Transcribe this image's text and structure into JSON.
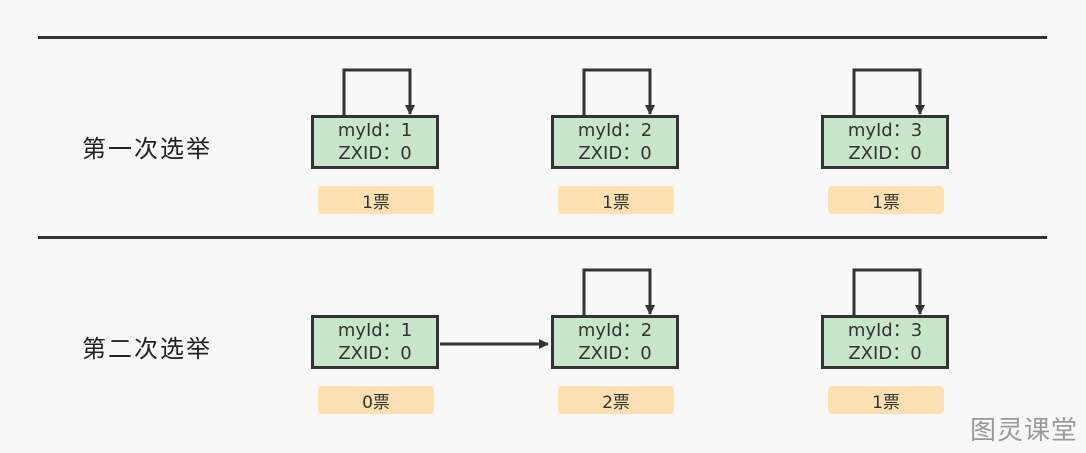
{
  "rounds": [
    {
      "label": "第一次选举",
      "nodes": [
        {
          "myid_label": "myId",
          "myid": "1",
          "zxid_label": "ZXID",
          "zxid": "0",
          "vote": "1票"
        },
        {
          "myid_label": "myId",
          "myid": "2",
          "zxid_label": "ZXID",
          "zxid": "0",
          "vote": "1票"
        },
        {
          "myid_label": "myId",
          "myid": "3",
          "zxid_label": "ZXID",
          "zxid": "0",
          "vote": "1票"
        }
      ]
    },
    {
      "label": "第二次选举",
      "nodes": [
        {
          "myid_label": "myId",
          "myid": "1",
          "zxid_label": "ZXID",
          "zxid": "0",
          "vote": "0票"
        },
        {
          "myid_label": "myId",
          "myid": "2",
          "zxid_label": "ZXID",
          "zxid": "0",
          "vote": "2票"
        },
        {
          "myid_label": "myId",
          "myid": "3",
          "zxid_label": "ZXID",
          "zxid": "0",
          "vote": "1票"
        }
      ]
    }
  ],
  "separator": "：",
  "colors": {
    "node_fill": "#c8e6c9",
    "vote_fill": "#ffe0b2",
    "stroke": "#333333"
  },
  "watermark": "图灵课堂"
}
